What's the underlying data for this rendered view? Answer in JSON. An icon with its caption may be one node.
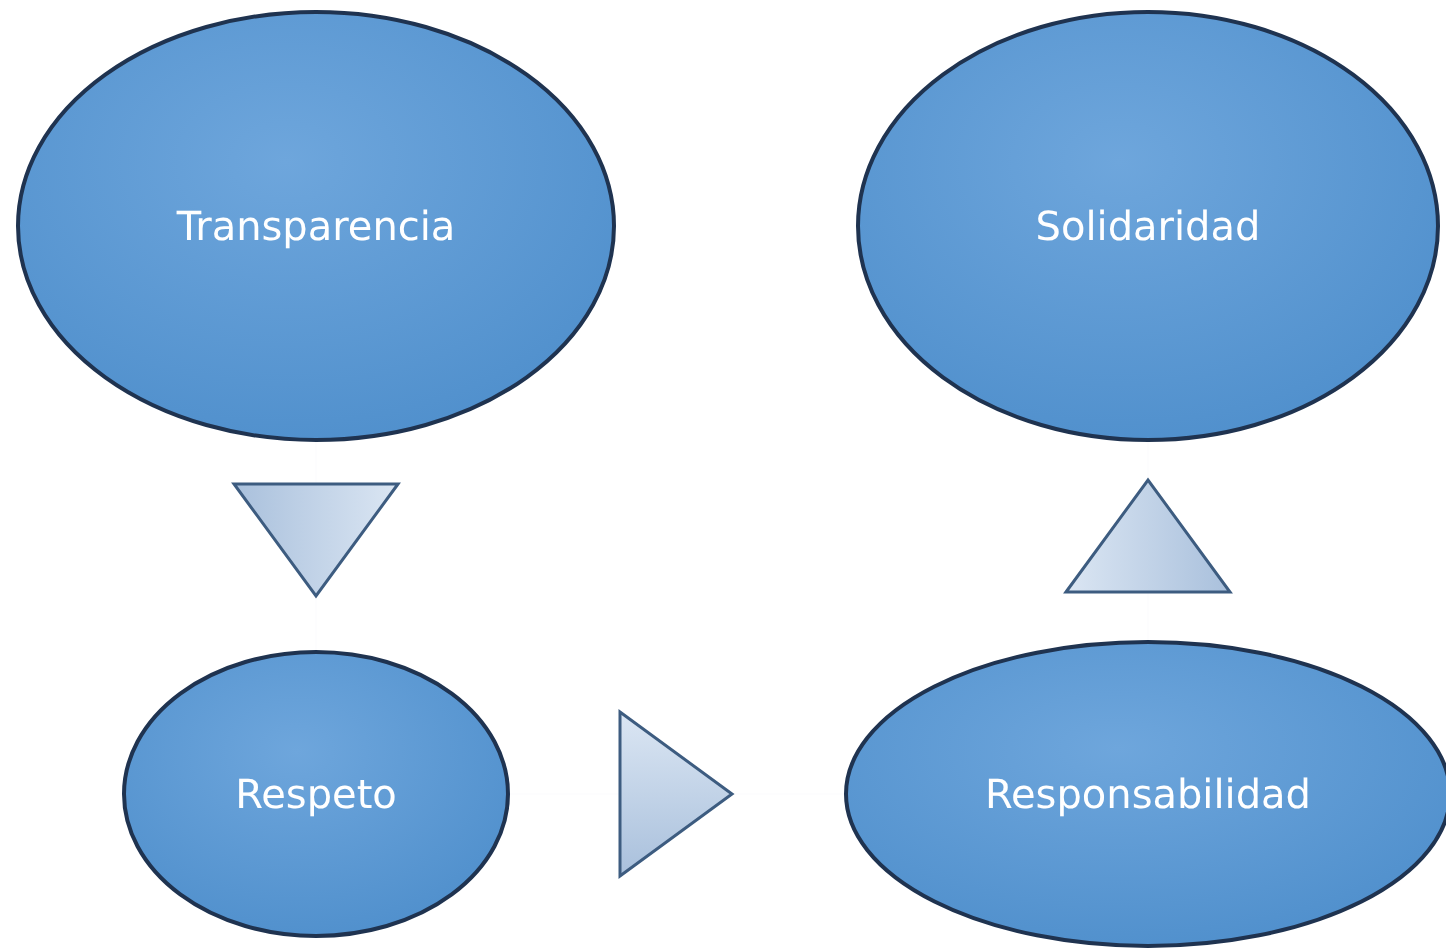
{
  "diagram": {
    "nodes": [
      {
        "text": [
          "Transparencia"
        ]
      },
      {
        "text": [
          "Solidaridad"
        ]
      },
      {
        "text": [
          "Respeto"
        ]
      },
      {
        "text": [
          "Responsabilidad"
        ]
      }
    ],
    "edges": [
      {
        "from": 0,
        "to": 2,
        "arrow": "to"
      },
      {
        "from": 2,
        "to": 3,
        "arrow": "to"
      },
      {
        "from": 3,
        "to": 1,
        "arrow": "to"
      }
    ]
  }
}
